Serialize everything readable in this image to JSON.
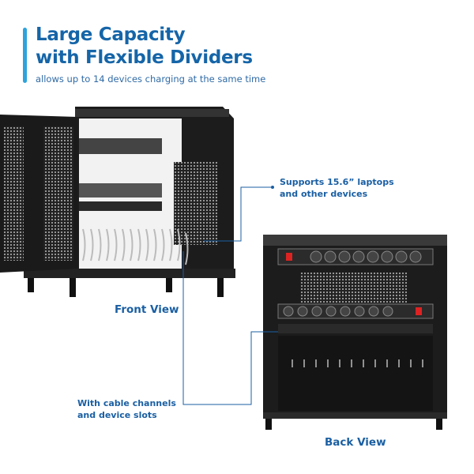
{
  "header": {
    "title_line1": "Large Capacity",
    "title_line2": "with Flexible Dividers",
    "subtitle": "allows up to 14 devices charging at the same time"
  },
  "callouts": {
    "laptops_line1": "Supports 15.6” laptops",
    "laptops_line2": "and other devices",
    "cables_line1": "With cable channels",
    "cables_line2": "and device slots"
  },
  "views": {
    "front": "Front View",
    "back": "Back View"
  },
  "colors": {
    "accent": "#1a5fa3",
    "bar": "#2ea3dc",
    "cabinet": "#1e1e1e"
  }
}
